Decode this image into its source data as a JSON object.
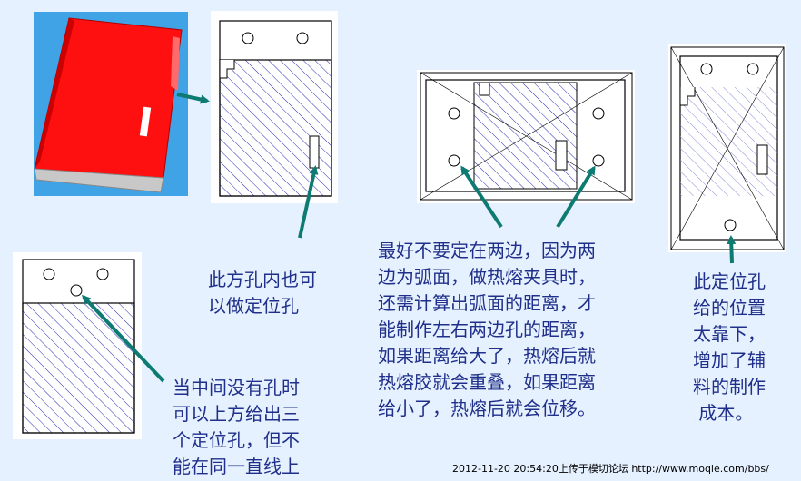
{
  "colors": {
    "background": "#e6f1ff",
    "text": "#1f2f8a",
    "arrow": "#0e7b72",
    "hatch": "#2a2ab5",
    "phone_body": "#ff0000",
    "phone_bottom": "#c8c8c8"
  },
  "notes": {
    "square_hole": [
      "此方孔内也可",
      "以做定位孔"
    ],
    "middle_hole": [
      "当中间没有孔时",
      "可以上方给出三",
      "个定位孔，但不",
      "能在同一直线上"
    ],
    "sides": [
      "最好不要定在两边，因为两",
      "边为弧面，做热熔夹具时，",
      "还需计算出弧面的距离，才",
      "能制作左右两边孔的距离，",
      "如果距离给大了，热熔后就",
      "热熔胶就会重叠，如果距离",
      "给小了，热熔后就会位移。"
    ],
    "too_low": [
      "此定位孔",
      "给的位置",
      "太靠下，",
      "增加了辅",
      "料的制作",
      " 成本。"
    ]
  },
  "footer": {
    "stamp": "2012-11-20 20:54:20上传于模切论坛 http://www.moqie.com/bbs/"
  }
}
